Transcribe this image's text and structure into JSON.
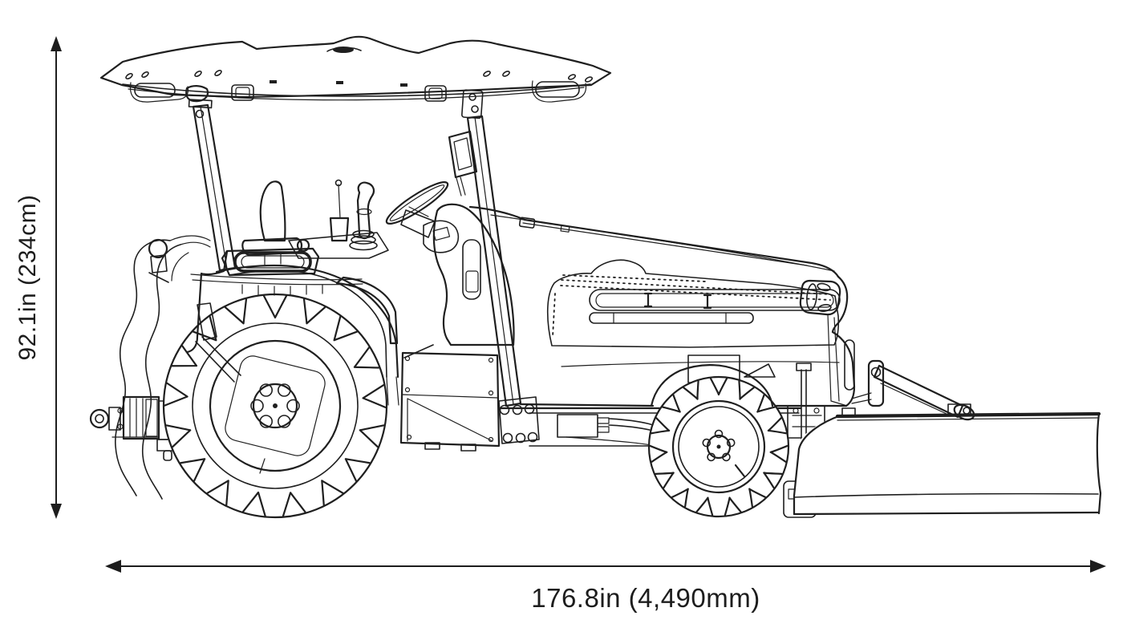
{
  "diagram": {
    "illustration": "electric-tractor-side-view-line-drawing",
    "dimensions": {
      "height": {
        "label": "92.1in (234cm)"
      },
      "length": {
        "label": "176.8in (4,490mm)"
      }
    },
    "colors": {
      "line": "#1f1f1f",
      "text": "#1d1d1d",
      "background": "#ffffff"
    }
  }
}
